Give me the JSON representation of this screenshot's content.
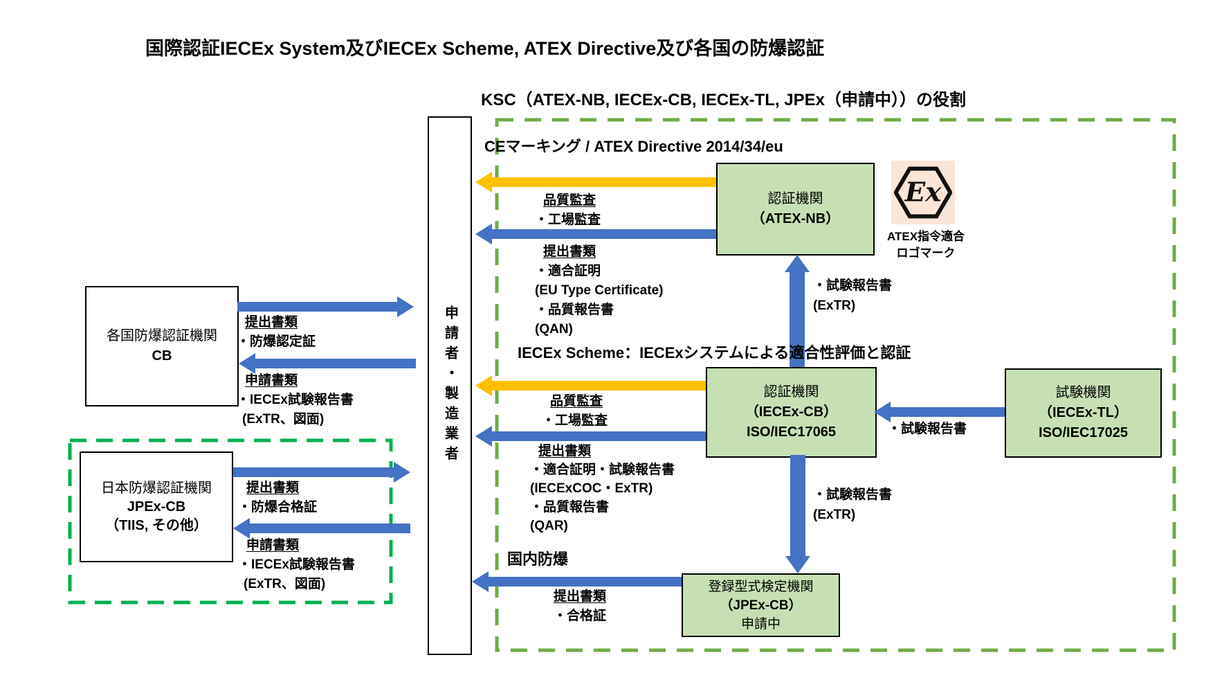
{
  "title": "国際認証IECEx System及びIECEx Scheme, ATEX Directive及び各国の防爆認証",
  "ksc_heading": "KSC（ATEX-NB, IECEx-CB, IECEx-TL, JPEx（申請中））の役割",
  "applicant": "申請者・製造業者",
  "ce": {
    "heading": "CEマーキング / ATEX Directive 2014/34/eu",
    "box": [
      "認証機関",
      "（ATEX-NB）"
    ],
    "logo": {
      "text": "Ex",
      "caption": [
        "ATEX指令適合",
        "ロゴマーク"
      ]
    },
    "audit": {
      "title": "品質監査",
      "items": [
        "・工場監査"
      ]
    },
    "submit": {
      "title": "提出書類",
      "items": [
        "・適合証明",
        "(EU Type Certificate)",
        "・品質報告書",
        "(QAN)"
      ]
    },
    "extr": [
      "・試験報告書",
      "(ExTR)"
    ]
  },
  "iecex": {
    "heading": "IECEx Scheme：IECExシステムによる適合性評価と認証",
    "cb_box": [
      "認証機関",
      "（IECEx-CB）",
      "ISO/IEC17065"
    ],
    "tl_box": [
      "試験機関",
      "（IECEx-TL）",
      "ISO/IEC17025"
    ],
    "tl_report": "・試験報告書",
    "audit": {
      "title": "品質監査",
      "items": [
        "・工場監査"
      ]
    },
    "submit": {
      "title": "提出書類",
      "items": [
        "・適合証明・試験報告書",
        "(IECExCOC・ExTR)",
        "・品質報告書",
        "(QAR)"
      ]
    },
    "extr": [
      "・試験報告書",
      "(ExTR)"
    ]
  },
  "domestic": {
    "heading": "国内防爆",
    "box": [
      "登録型式検定機関",
      "（JPEx-CB）",
      "申請中"
    ],
    "submit": {
      "title": "提出書類",
      "items": [
        "・合格証"
      ]
    }
  },
  "foreign": {
    "box": [
      "各国防爆認証機関",
      "CB"
    ],
    "submit": {
      "title": "提出書類",
      "items": [
        "・防爆認定証"
      ]
    },
    "apply": {
      "title": "申請書類",
      "items": [
        "・IECEx試験報告書",
        "(ExTR、図面)"
      ]
    }
  },
  "japan": {
    "box": [
      "日本防爆認証機関",
      "JPEx-CB",
      "（TIIS, その他）"
    ],
    "submit": {
      "title": "提出書類",
      "items": [
        "・防爆合格証"
      ]
    },
    "apply": {
      "title": "申請書類",
      "items": [
        "・IECEx試験報告書",
        "(ExTR、図面)"
      ]
    }
  },
  "colors": {
    "box_fill": "#c6e0b4",
    "arrow_blue": "#4472c4",
    "arrow_orange": "#ffc000",
    "outer_dash_green": "#70ad47",
    "inner_dash_green": "#00b050",
    "logo_bg": "#fbe5d6"
  }
}
